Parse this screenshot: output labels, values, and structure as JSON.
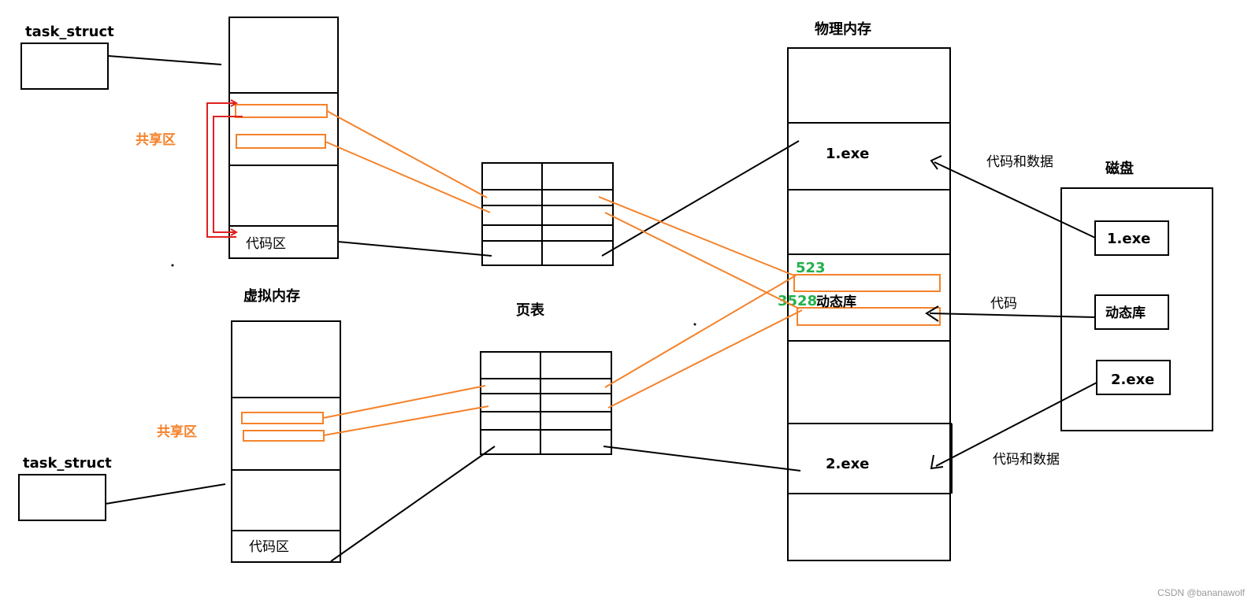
{
  "labels": {
    "task_struct_top": "task_struct",
    "task_struct_bottom": "task_struct",
    "shared_top": "共享区",
    "shared_bottom": "共享区",
    "code_area_top": "代码区",
    "code_area_bottom": "代码区",
    "virtual_memory": "虚拟内存",
    "page_table": "页表",
    "physical_memory": "物理内存",
    "disk": "磁盘",
    "phys_exe1": "1.exe",
    "phys_exe2": "2.exe",
    "phys_dynlib": "动态库",
    "addr_523": "523",
    "addr_3528": "3528",
    "disk_exe1": "1.exe",
    "disk_dynlib": "动态库",
    "disk_exe2": "2.exe",
    "arrow_code_data_top": "代码和数据",
    "arrow_code": "代码",
    "arrow_code_data_bottom": "代码和数据"
  },
  "colors": {
    "line": "#000000",
    "shared": "#f5822a",
    "bracket": "#e02020",
    "address": "#22b14c"
  },
  "watermark": "CSDN @bananawolf"
}
